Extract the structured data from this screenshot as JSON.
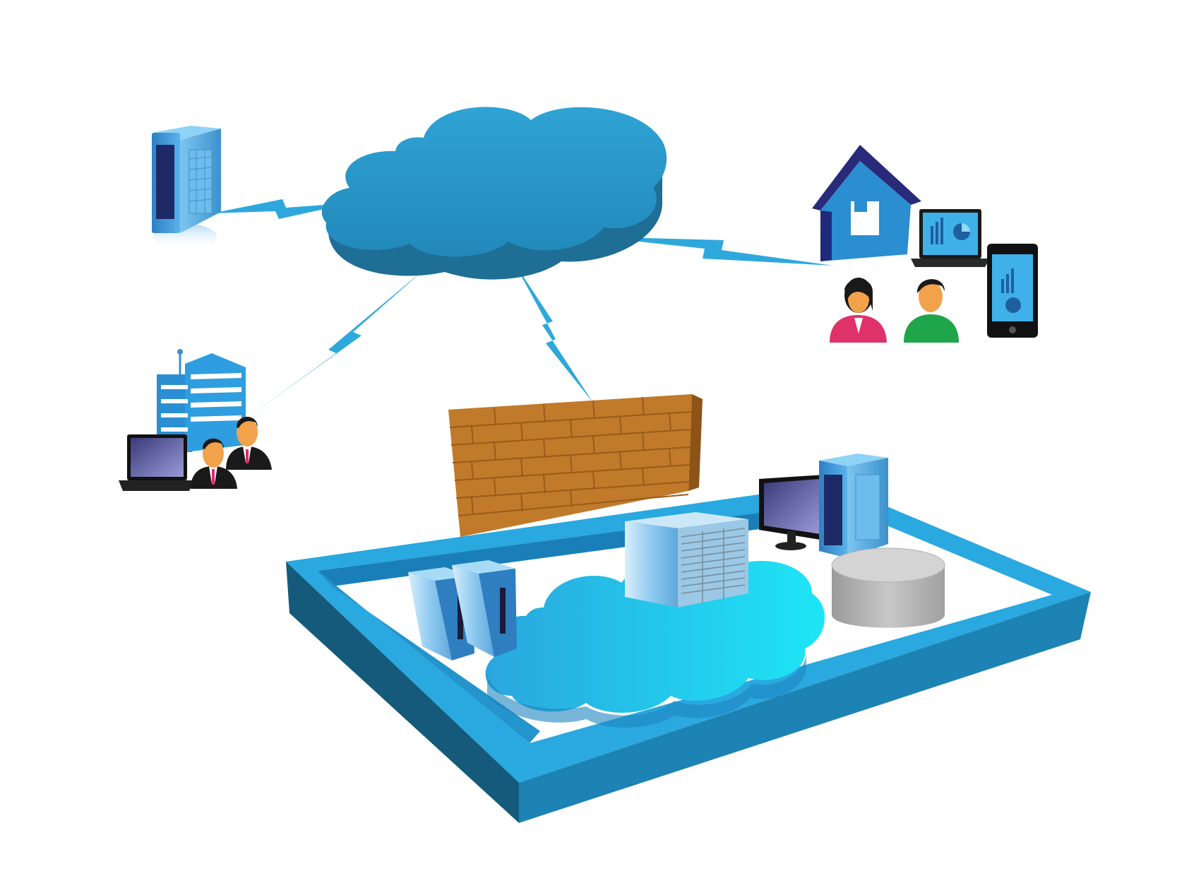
{
  "diagram": {
    "nodes": [
      {
        "id": "internet-cloud",
        "kind": "cloud"
      },
      {
        "id": "remote-server",
        "kind": "server"
      },
      {
        "id": "home-users",
        "kind": "home-office-with-users-laptop-and-phone"
      },
      {
        "id": "branch-office",
        "kind": "office-building-with-users-and-laptop"
      },
      {
        "id": "firewall",
        "kind": "brick-wall"
      },
      {
        "id": "private-datacenter",
        "kind": "platform-with-private-cloud-servers-storage"
      }
    ],
    "links": [
      {
        "from": "internet-cloud",
        "to": "remote-server",
        "style": "lightning"
      },
      {
        "from": "internet-cloud",
        "to": "home-users",
        "style": "lightning"
      },
      {
        "from": "internet-cloud",
        "to": "branch-office",
        "style": "lightning"
      },
      {
        "from": "internet-cloud",
        "to": "firewall",
        "style": "lightning"
      }
    ],
    "colors": {
      "cloud": "#2898c8",
      "cloud_side": "#1e6e96",
      "lightning": "#2ea8dc",
      "brick": "#c07a2a",
      "platform": "#1f9ad0",
      "platform_dark": "#155a7a",
      "private_cloud": "#27c4ec",
      "storage": "#b5b5b5"
    }
  }
}
